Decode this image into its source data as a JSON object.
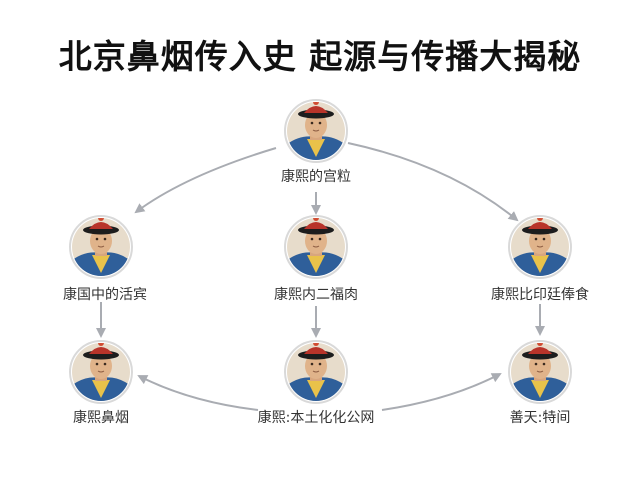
{
  "title": "北京鼻烟传入史 起源与传播大揭秘",
  "colors": {
    "arrow": "#a9acb2",
    "portrait_border": "#d9d9d9",
    "hat": "#b8342a",
    "robe": "#2f5f9a"
  },
  "nodes": [
    {
      "id": "top",
      "label": "康熙的宫粒",
      "icon": "qing-official-portrait-icon"
    },
    {
      "id": "left-mid",
      "label": "康国中的活宾",
      "icon": "qing-official-portrait-icon"
    },
    {
      "id": "center-mid",
      "label": "康熙内二福肉",
      "icon": "qing-official-portrait-icon"
    },
    {
      "id": "right-mid",
      "label": "康熙比印廷俸食",
      "icon": "qing-official-portrait-icon"
    },
    {
      "id": "left-bottom",
      "label": "康熙鼻烟",
      "icon": "qing-official-portrait-icon"
    },
    {
      "id": "center-bottom",
      "label": "康熙:本土化化公网",
      "icon": "qing-official-portrait-icon"
    },
    {
      "id": "right-bottom",
      "label": "善天:特间",
      "icon": "qing-official-portrait-icon"
    }
  ]
}
